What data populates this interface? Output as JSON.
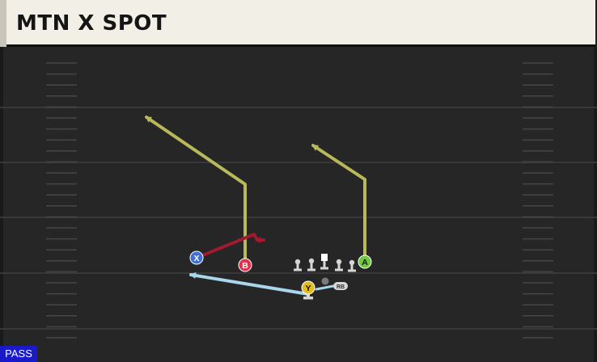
{
  "play": {
    "name": "MTN X SPOT",
    "type_badge": "PASS"
  },
  "players": {
    "x": "X",
    "b": "B",
    "a": "A",
    "y": "Y",
    "rb": "RB"
  },
  "colors": {
    "field_background": "#262626",
    "yard_line": "#383838",
    "hash": "#454545",
    "route_yellow": "#b9b85a",
    "route_red": "#a01b30",
    "route_lightblue": "#a9d6ea",
    "x_circle": "#3d6fd6",
    "b_circle": "#e0324b",
    "a_circle": "#6ec93c",
    "y_circle": "#e2bd1f",
    "lineman": "#d6d6d6",
    "badge": "#1a1ac8"
  },
  "icons": [
    "offensive-lineman-icon",
    "center-icon",
    "football-icon",
    "quarterback-icon",
    "running-back-icon",
    "arrowhead-icon"
  ]
}
